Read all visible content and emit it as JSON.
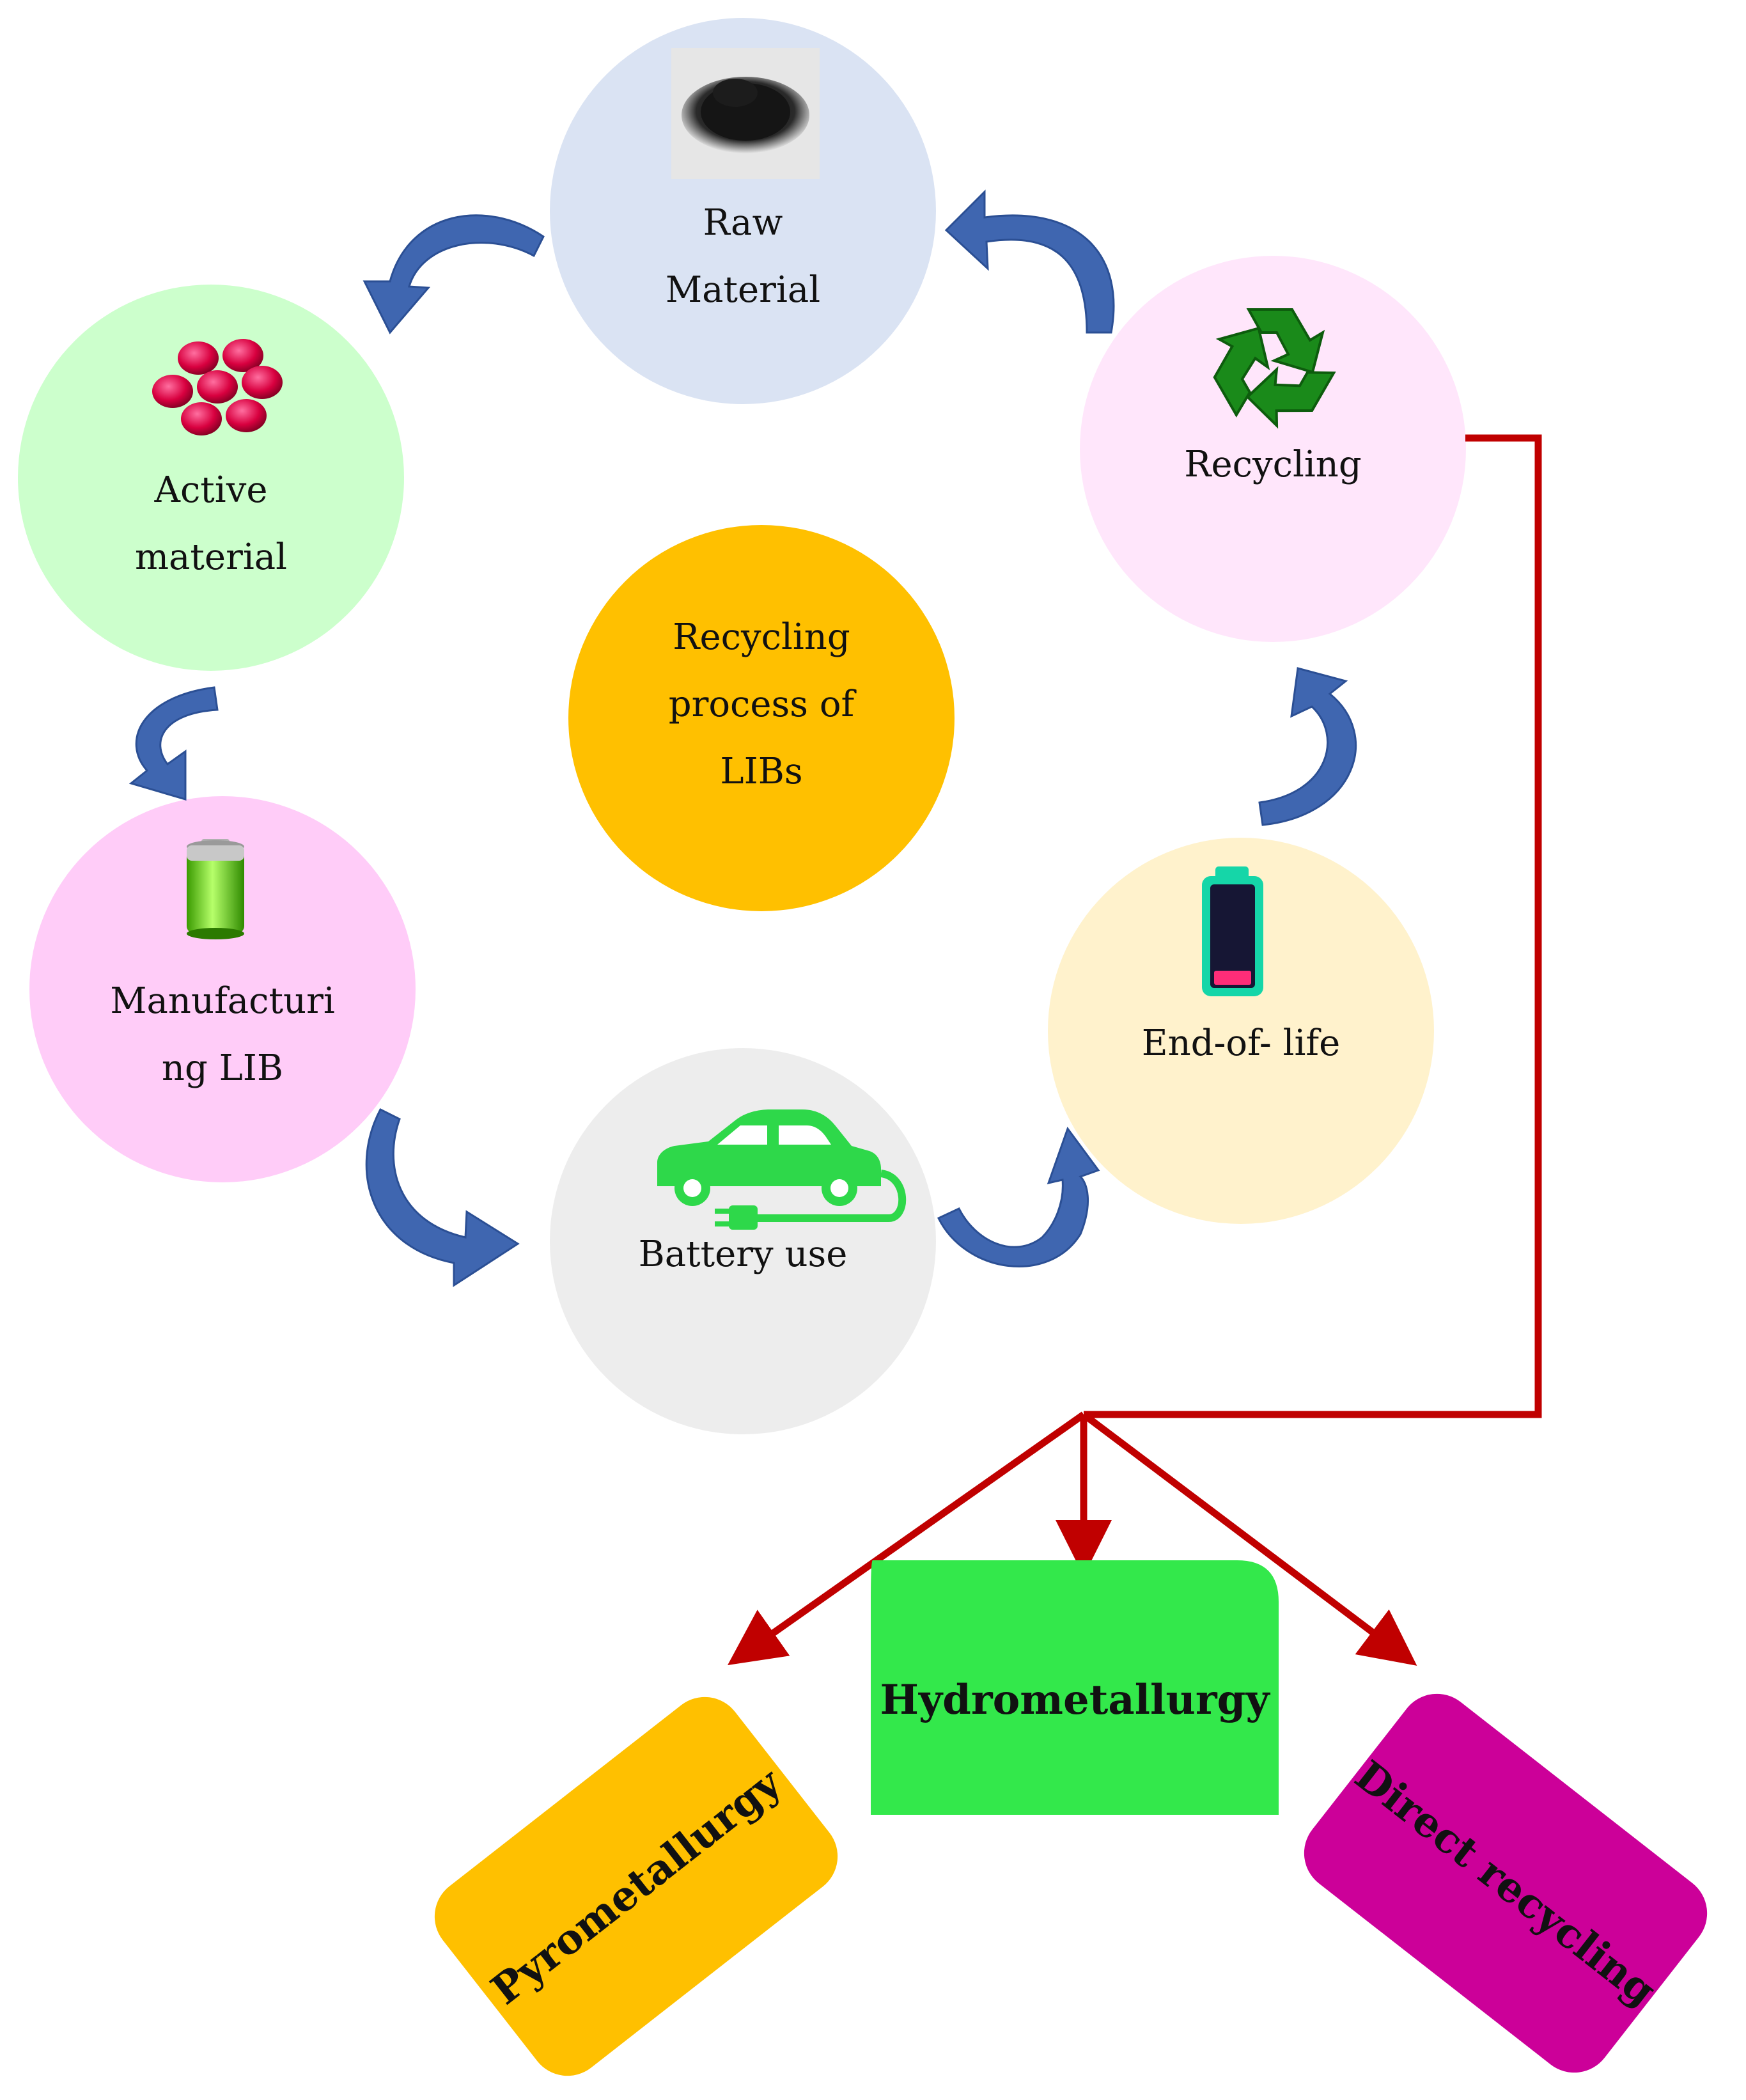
{
  "center": {
    "lines": [
      "Recycling",
      "process of",
      "LIBs"
    ],
    "color": "#FFC000"
  },
  "nodes": [
    {
      "id": "raw-material",
      "lines": [
        "Raw",
        "Material"
      ],
      "color": "#DAE3F3",
      "icon": "black-powder-icon"
    },
    {
      "id": "recycling",
      "lines": [
        "Recycling"
      ],
      "color": "#FFE6FB",
      "icon": "recycle-symbol-icon"
    },
    {
      "id": "end-of-life",
      "lines": [
        "End-of- life"
      ],
      "color": "#FFF2CC",
      "icon": "low-battery-icon"
    },
    {
      "id": "battery-use",
      "lines": [
        "Battery use"
      ],
      "color": "#EDEDED",
      "icon": "electric-car-icon"
    },
    {
      "id": "manufacturing-lib",
      "lines": [
        "Manufacturi",
        "ng LIB"
      ],
      "color": "#FFCCF8",
      "icon": "green-battery-icon"
    },
    {
      "id": "active-material",
      "lines": [
        "Active",
        "material"
      ],
      "color": "#CCFFCC",
      "icon": "red-particles-icon"
    }
  ],
  "methods": [
    {
      "id": "pyrometallurgy",
      "label": "Pyrometallurgy",
      "color": "#FFC000"
    },
    {
      "id": "hydrometallurgy",
      "label": "Hydrometallurgy",
      "color": "#33E84B"
    },
    {
      "id": "direct-recycling",
      "label": "Direct recycling",
      "color": "#CC0099"
    }
  ],
  "colors": {
    "cycle_arrow": "#3F66B0",
    "connector": "#C00000"
  }
}
